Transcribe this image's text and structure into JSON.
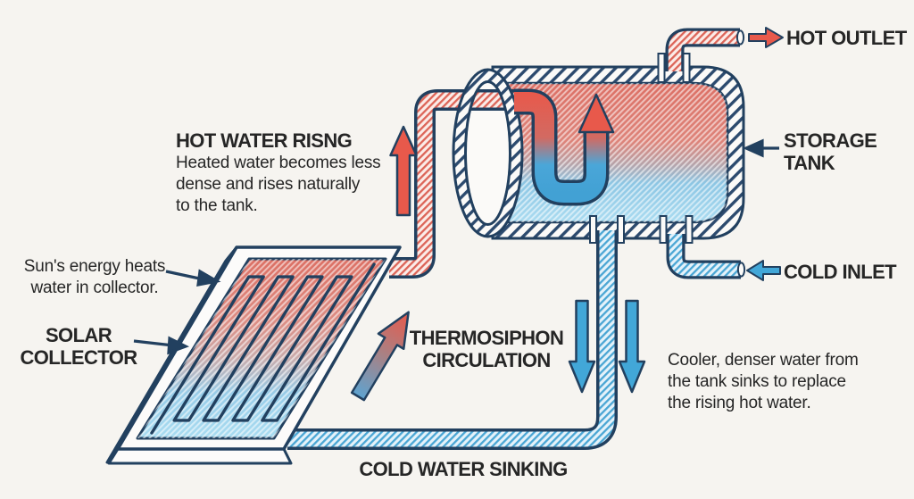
{
  "diagram": {
    "hot_rising": {
      "title": "HOT WATER RISNG",
      "lines": [
        "Heated water becomes less",
        "dense and rises naturally",
        "to the tank."
      ]
    },
    "sun_note": {
      "lines": [
        "Sun's energy heats",
        "water in collector."
      ]
    },
    "solar_collector": {
      "lines": [
        "SOLAR",
        "COLLECTOR"
      ]
    },
    "thermosiphon": {
      "lines": [
        "THERMOSIPHON",
        "CIRCULATION"
      ]
    },
    "cold_sinking": {
      "label": "COLD WATER SINKING"
    },
    "cooler_note": {
      "lines": [
        "Cooler, denser water from",
        "the tank sinks to replace",
        "the rising hot water."
      ]
    },
    "storage_tank": {
      "lines": [
        "STORAGE",
        "TANK"
      ]
    },
    "cold_inlet": {
      "label": "COLD INLET"
    },
    "hot_outlet": {
      "label": "HOT OUTLET"
    }
  },
  "colors": {
    "hot": "#e8594b",
    "cold": "#42a7d8",
    "outline": "#22405f",
    "text": "#262626",
    "background": "#f6f4f0"
  }
}
